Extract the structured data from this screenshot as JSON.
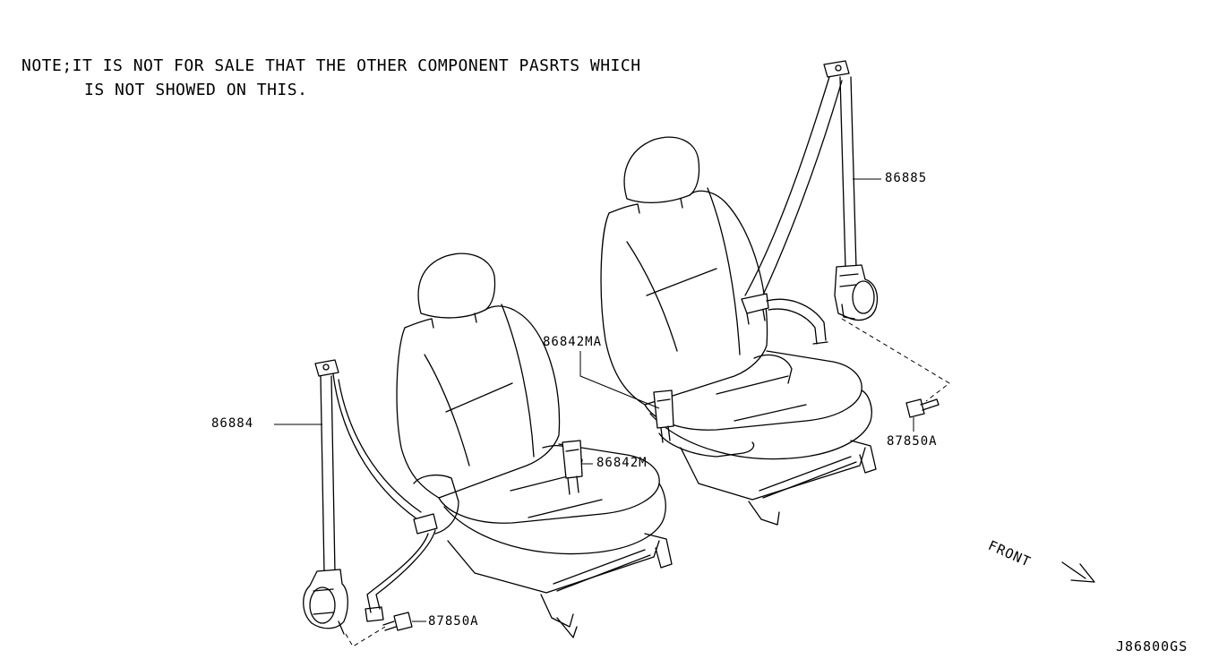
{
  "note": {
    "line1": "NOTE;IT IS NOT FOR SALE  THAT THE OTHER COMPONENT PASRTS WHICH",
    "line2": "IS NOT SHOWED ON THIS."
  },
  "callouts": {
    "rear_retractor": "86885",
    "front_retractor": "86884",
    "rear_buckle": "86842MA",
    "front_buckle": "86842M",
    "bolt_right": "87850A",
    "bolt_left": "87850A"
  },
  "front_indicator": "FRONT",
  "diagram_code": "J86800GS"
}
